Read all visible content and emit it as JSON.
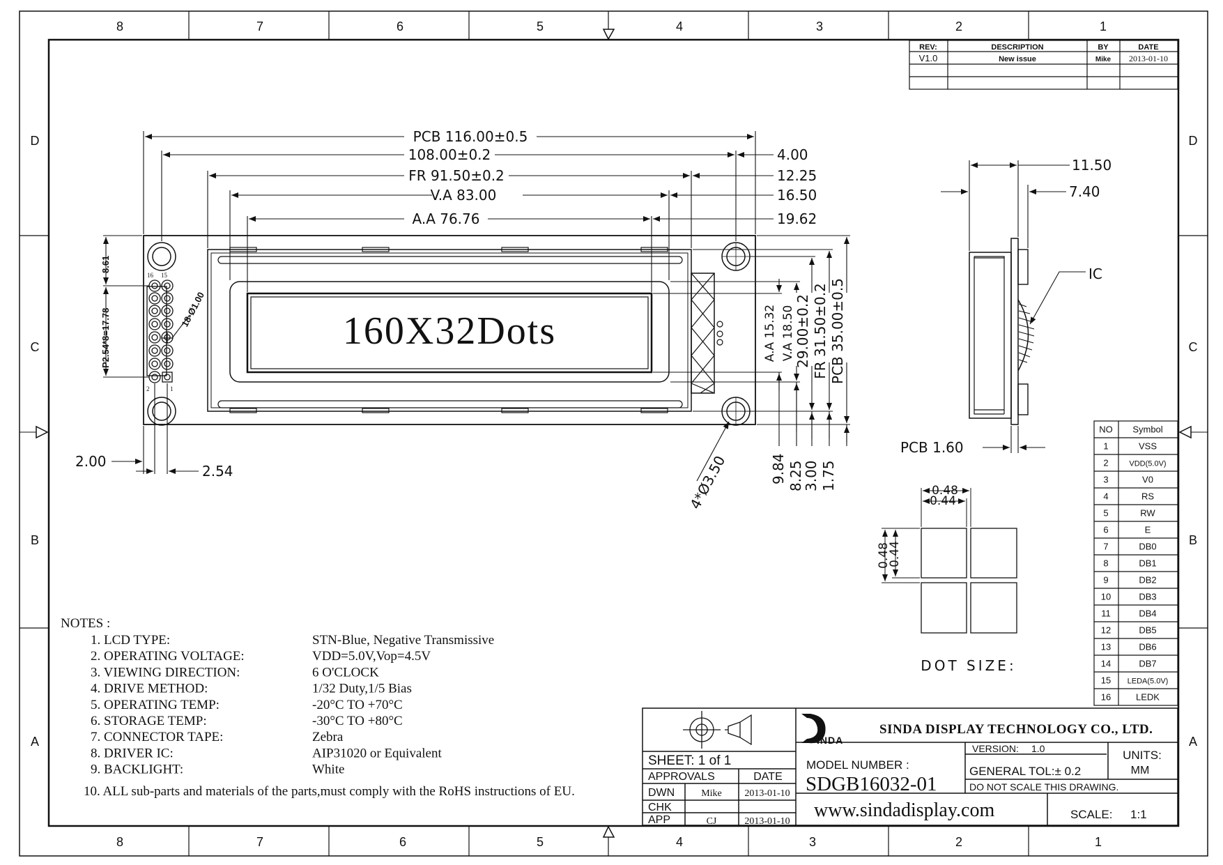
{
  "border": {
    "columns": [
      "8",
      "7",
      "6",
      "5",
      "4",
      "3",
      "2",
      "1"
    ],
    "rows": [
      "D",
      "C",
      "B",
      "A"
    ]
  },
  "revision": {
    "headers": [
      "REV:",
      "DESCRIPTION",
      "BY",
      "DATE"
    ],
    "row": [
      "V1.0",
      "New issue",
      "Mike",
      "2013-01-10"
    ]
  },
  "front_view": {
    "display_text": "160X32Dots",
    "dims_top": [
      "PCB 116.00±0.5",
      "108.00±0.2",
      "FR 91.50±0.2",
      "V.A 83.00",
      "A.A 76.76"
    ],
    "dims_right_top": [
      "4.00",
      "12.25",
      "16.50",
      "19.62"
    ],
    "dims_vertical": [
      "A.A 15.32",
      "V.A 18.50",
      "29.00±0.2",
      "FR 31.50±0.2",
      "PCB 35.00±0.5"
    ],
    "dims_vertical_bottom": [
      "9.84",
      "8.25",
      "3.00",
      "1.75"
    ],
    "hole_label": "4*Ø3.50",
    "left_pitch": "P2.54*8=17.78",
    "left_top": "8.61",
    "pin_holes": "18-Ø1.00",
    "pin_nums": [
      "16",
      "15",
      "2",
      "1"
    ],
    "bottom_left": [
      "2.00",
      "2.54"
    ]
  },
  "side_view": {
    "dims": [
      "11.50",
      "7.40"
    ],
    "ic_label": "IC",
    "pcb": "PCB 1.60"
  },
  "dot_size": {
    "title": "DOT SIZE:",
    "h": [
      "0.48",
      "0.44"
    ],
    "v": [
      "0.48",
      "0.44"
    ]
  },
  "pins": {
    "headers": [
      "NO",
      "Symbol"
    ],
    "rows": [
      [
        "1",
        "VSS"
      ],
      [
        "2",
        "VDD(5.0V)"
      ],
      [
        "3",
        "V0"
      ],
      [
        "4",
        "RS"
      ],
      [
        "5",
        "RW"
      ],
      [
        "6",
        "E"
      ],
      [
        "7",
        "DB0"
      ],
      [
        "8",
        "DB1"
      ],
      [
        "9",
        "DB2"
      ],
      [
        "10",
        "DB3"
      ],
      [
        "11",
        "DB4"
      ],
      [
        "12",
        "DB5"
      ],
      [
        "13",
        "DB6"
      ],
      [
        "14",
        "DB7"
      ],
      [
        "15",
        "LEDA(5.0V)"
      ],
      [
        "16",
        "LEDK"
      ]
    ]
  },
  "notes": {
    "title": "NOTES :",
    "items": [
      [
        "1. LCD TYPE:",
        "STN-Blue, Negative Transmissive"
      ],
      [
        "2. OPERATING VOLTAGE:",
        "VDD=5.0V,Vop=4.5V"
      ],
      [
        "3. VIEWING DIRECTION:",
        "6 O'CLOCK"
      ],
      [
        "4. DRIVE METHOD:",
        "1/32 Duty,1/5 Bias"
      ],
      [
        "5. OPERATING TEMP:",
        "-20°C TO +70°C"
      ],
      [
        "6. STORAGE TEMP:",
        "-30°C TO +80°C"
      ],
      [
        "7. CONNECTOR TAPE:",
        "Zebra"
      ],
      [
        "8. DRIVER IC:",
        "AIP31020 or Equivalent"
      ],
      [
        "9. BACKLIGHT:",
        "White"
      ]
    ],
    "item10": "10. ALL sub-parts and materials of the parts,must comply with the RoHS instructions of EU."
  },
  "title_block": {
    "company": "SINDA DISPLAY TECHNOLOGY CO., LTD.",
    "logo_text": "INDA",
    "sheet": "SHEET:  1  of  1",
    "approvals": "APPROVALS",
    "date": "DATE",
    "dwn": "DWN",
    "dwn_name": "Mike",
    "dwn_date": "2013-01-10",
    "chk": "CHK",
    "app": "APP",
    "app_name": "CJ",
    "app_date": "2013-01-10",
    "model_label": "MODEL NUMBER :",
    "model": "SDGB16032-01",
    "version_label": "VERSION:",
    "version": "1.0",
    "units_label": "UNITS:",
    "units": "MM",
    "tol": "GENERAL TOL:± 0.2",
    "noscale": "DO NOT SCALE THIS DRAWING.",
    "website": "www.sindadisplay.com",
    "scale_label": "SCALE:",
    "scale": "1:1"
  }
}
